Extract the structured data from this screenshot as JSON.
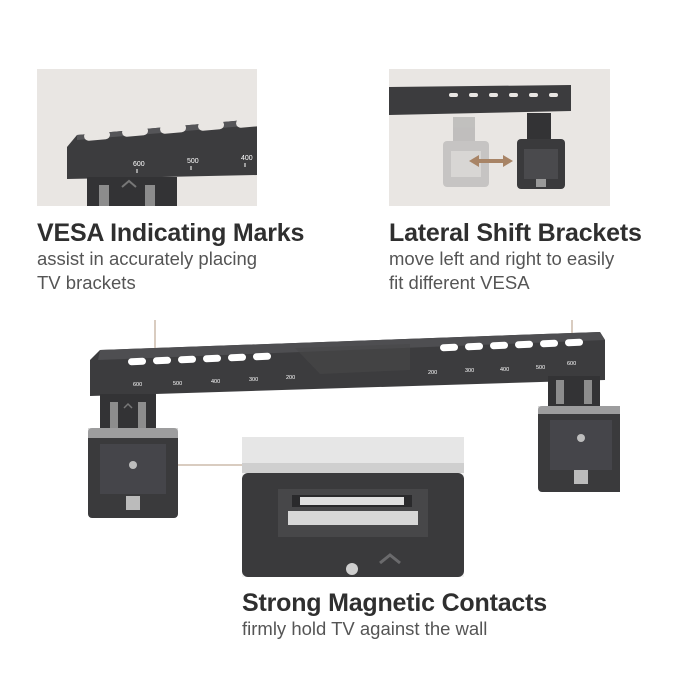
{
  "features": {
    "vesa": {
      "title": "VESA Indicating Marks",
      "desc_line1": "assist in accurately placing",
      "desc_line2": "TV brackets"
    },
    "shift": {
      "title": "Lateral Shift Brackets",
      "desc_line1": "move left and right to easily",
      "desc_line2": "fit different VESA"
    },
    "magnet": {
      "title": "Strong Magnetic Contacts",
      "desc": "firmly hold TV against the wall"
    }
  },
  "mount": {
    "left_marks": [
      "600",
      "500",
      "400",
      "300",
      "200"
    ],
    "right_marks": [
      "200",
      "300",
      "400",
      "500",
      "600"
    ]
  },
  "closeup_marks": [
    "600",
    "500",
    "400"
  ],
  "colors": {
    "accent": "#b39a82",
    "metal": "#3c3c3e",
    "arrow": "#a88466",
    "panel_bg": "#e9e6e3"
  }
}
